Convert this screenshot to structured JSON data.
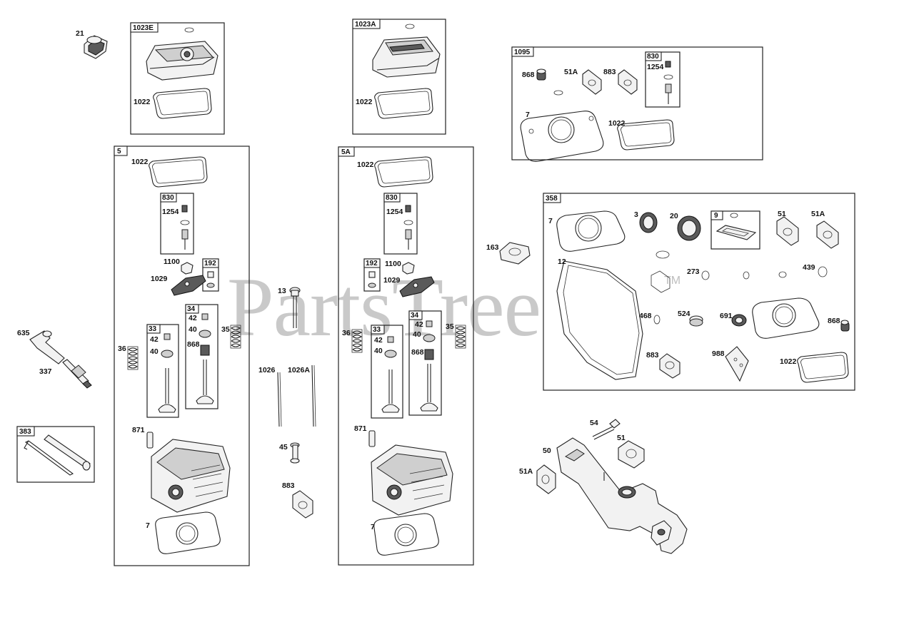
{
  "watermark": {
    "text": "PartsTree",
    "tm": "TM"
  },
  "boxes": [
    {
      "id": "box-1023E",
      "tag": "1023E"
    },
    {
      "id": "box-1023A",
      "tag": "1023A"
    },
    {
      "id": "box-1095",
      "tag": "1095"
    },
    {
      "id": "box-830-1095",
      "tag": "830"
    },
    {
      "id": "box-5",
      "tag": "5"
    },
    {
      "id": "box-5A",
      "tag": "5A"
    },
    {
      "id": "box-830-5",
      "tag": "830"
    },
    {
      "id": "box-830-5A",
      "tag": "830"
    },
    {
      "id": "box-192-5",
      "tag": "192"
    },
    {
      "id": "box-192-5A",
      "tag": "192"
    },
    {
      "id": "box-33-5",
      "tag": "33"
    },
    {
      "id": "box-34-5",
      "tag": "34"
    },
    {
      "id": "box-33-5A",
      "tag": "33"
    },
    {
      "id": "box-34-5A",
      "tag": "34"
    },
    {
      "id": "box-358",
      "tag": "358"
    },
    {
      "id": "box-9",
      "tag": "9"
    },
    {
      "id": "box-383",
      "tag": "383"
    }
  ],
  "callouts": {
    "c21": "21",
    "c1022_e": "1022",
    "c1022_a": "1022",
    "c868_1095": "868",
    "c51A_1095": "51A",
    "c883_1095": "883",
    "c1254_1095": "1254",
    "c7_1095": "7",
    "c1022_1095": "1022",
    "c1022_5": "1022",
    "c1254_5": "1254",
    "c1100_5": "1100",
    "c1029_5": "1029",
    "c36_5": "36",
    "c42_5": "42",
    "c40_5": "40",
    "c42_34_5": "42",
    "c40_34_5": "40",
    "c868_5": "868",
    "c35_5": "35",
    "c871_5": "871",
    "c7_5": "7",
    "c1022_5A": "1022",
    "c1254_5A": "1254",
    "c1100_5A": "1100",
    "c1029_5A": "1029",
    "c36_5A": "36",
    "c42_5A": "42",
    "c40_5A": "40",
    "c42_34_5A": "42",
    "c40_34_5A": "40",
    "c868_5A": "868",
    "c35_5A": "35",
    "c871_5A": "871",
    "c7_5A": "7",
    "c13": "13",
    "c1026": "1026",
    "c1026A": "1026A",
    "c45": "45",
    "c883_mid": "883",
    "c635": "635",
    "c337": "337",
    "c163": "163",
    "c7_358": "7",
    "c3_358": "3",
    "c20_358": "20",
    "c51_358": "51",
    "c51A_358": "51A",
    "c12_358": "12",
    "c273_358": "273",
    "c439_358": "439",
    "c468_358": "468",
    "c524_358": "524",
    "c691_358": "691",
    "c868_358": "868",
    "c883_358": "883",
    "c988_358": "988",
    "c1022_358": "1022",
    "c54": "54",
    "c51_man": "51",
    "c50": "50",
    "c51A_man": "51A"
  }
}
